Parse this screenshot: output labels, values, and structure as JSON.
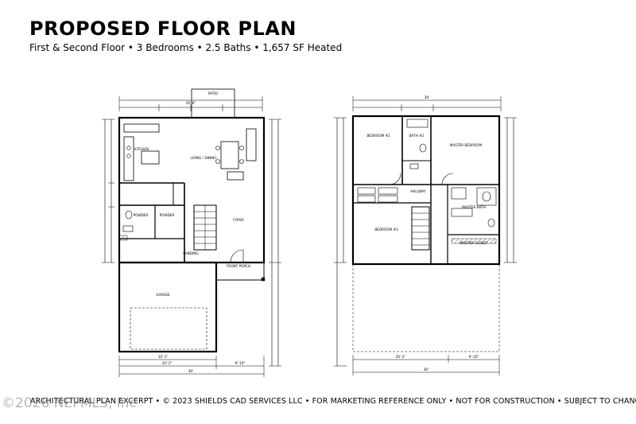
{
  "header": {
    "title": "PROPOSED FLOOR PLAN",
    "subtitle": "First & Second Floor • 3 Bedrooms • 2.5 Baths • 1,657 SF Heated"
  },
  "first_floor": {
    "patio": "PATIO",
    "kitchen": "KITCHEN",
    "living_dining": "LIVING / DINING",
    "powder": "POWDER",
    "pantry": "POWDER",
    "foyer": "FOYER",
    "front_porch": "FRONT PORCH",
    "garage": "GARAGE",
    "landing": "LANDING",
    "dim_top": "20'-6\"",
    "dim_bottom": "30'",
    "dim_garage_a": "10'-1\"",
    "dim_garage_b": "20'-2\"",
    "dim_garage_c": "9'-10\""
  },
  "second_floor": {
    "bedroom2": "BEDROOM #2",
    "bath2": "BATH #2",
    "master_bedroom": "MASTER BEDROOM",
    "hallway": "HALLWAY",
    "master_bath": "MASTER BATH",
    "bedroom3": "BEDROOM #3",
    "master_closet": "MASTER CLOSET",
    "dim_top": "30'",
    "dim_bottom_a": "20'-2\"",
    "dim_bottom_b": "9'-10\"",
    "dim_bottom": "30'"
  },
  "footer": {
    "text": "ARCHITECTURAL PLAN EXCERPT  •  © 2023 SHIELDS CAD SERVICES LLC  •  FOR MARKETING REFERENCE ONLY  •  NOT FOR CONSTRUCTION  •  SUBJECT TO CHANGE"
  },
  "watermark": "©2026 NEFMLS, Inc"
}
